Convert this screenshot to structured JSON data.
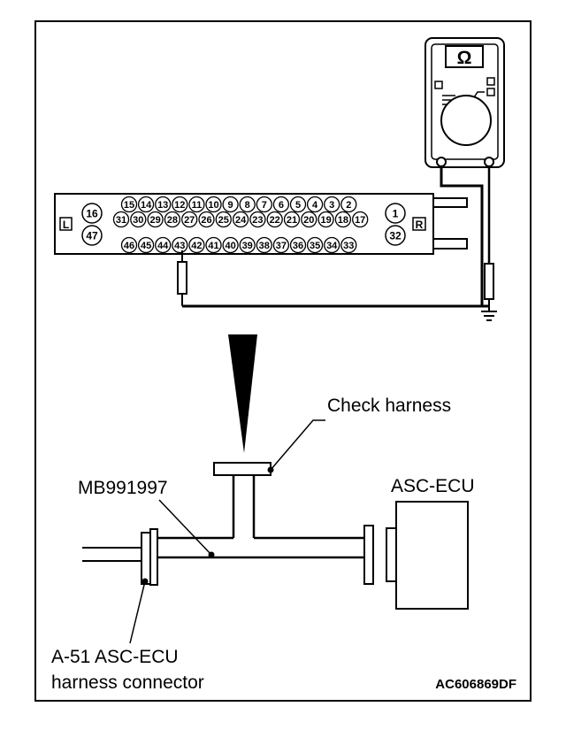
{
  "meter": {
    "symbol": "Ω"
  },
  "connector": {
    "side_left": "L",
    "side_right": "R",
    "top_row": [
      "15",
      "14",
      "13",
      "12",
      "11",
      "10",
      "9",
      "8",
      "7",
      "6",
      "5",
      "4",
      "3",
      "2"
    ],
    "mid_row": [
      "31",
      "30",
      "29",
      "28",
      "27",
      "26",
      "25",
      "24",
      "23",
      "22",
      "21",
      "20",
      "19",
      "18",
      "17"
    ],
    "bottom_row": [
      "46",
      "45",
      "44",
      "43",
      "42",
      "41",
      "40",
      "39",
      "38",
      "37",
      "36",
      "35",
      "34",
      "33"
    ],
    "left_top": "16",
    "left_bottom": "47",
    "right_top": "1",
    "right_bottom": "32"
  },
  "labels": {
    "check_harness": "Check harness",
    "special_tool": "MB991997",
    "ecu": "ASC-ECU",
    "harness_connector_line1": "A-51 ASC-ECU",
    "harness_connector_line2": "harness connector",
    "figure_code": "AC606869DF"
  }
}
